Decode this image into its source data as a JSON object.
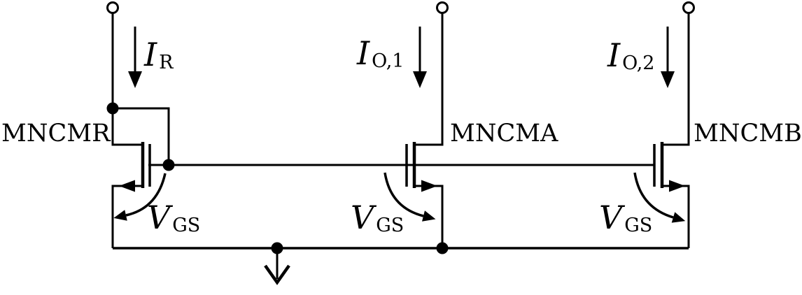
{
  "colors": {
    "ink": "#000000",
    "background": "#ffffff"
  },
  "transistors": [
    {
      "label": "MNCMR",
      "vgs": {
        "base": "V",
        "sub": "GS"
      }
    },
    {
      "label": "MNCMA",
      "vgs": {
        "base": "V",
        "sub": "GS"
      }
    },
    {
      "label": "MNCMB",
      "vgs": {
        "base": "V",
        "sub": "GS"
      }
    }
  ],
  "currents": [
    {
      "base": "I",
      "sub": "R"
    },
    {
      "base": "I",
      "sub": "O,1"
    },
    {
      "base": "I",
      "sub": "O,2"
    }
  ]
}
